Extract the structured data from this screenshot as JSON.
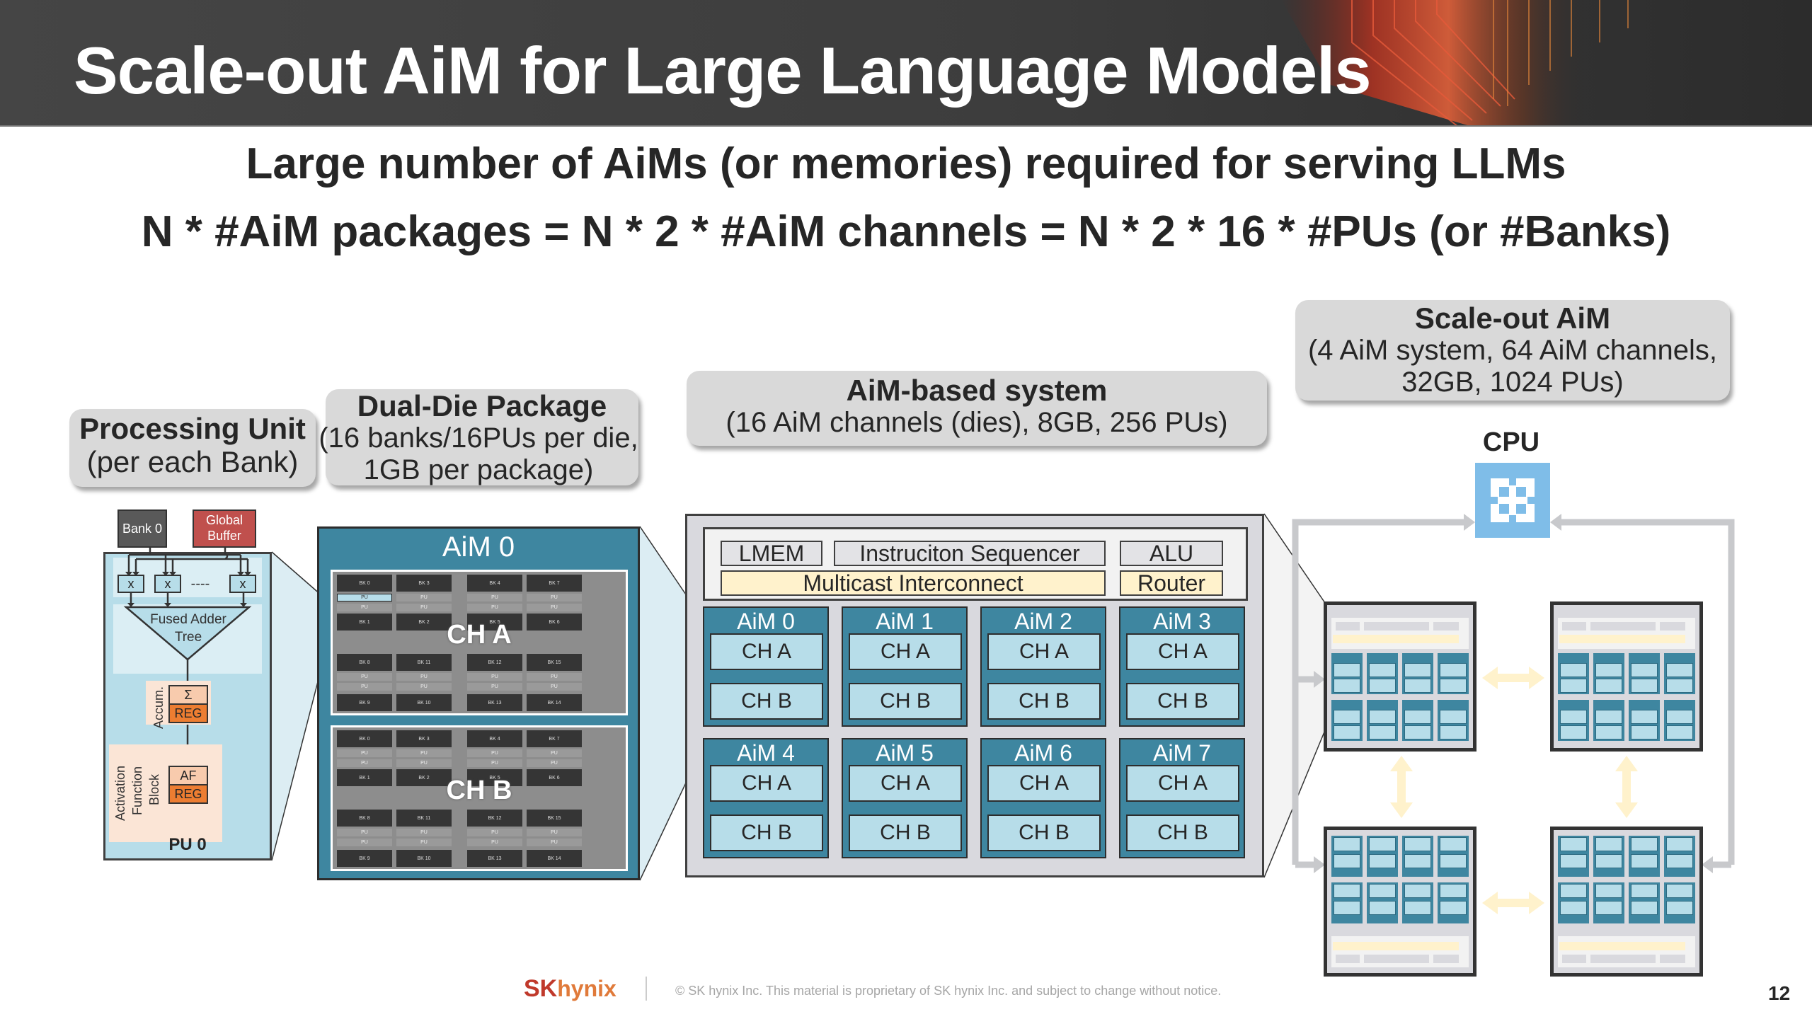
{
  "header": {
    "title": "Scale-out AiM for Large Language Models"
  },
  "subtitles": {
    "line1": "Large number of AiMs (or memories) required for serving LLMs",
    "line2": "N * #AiM packages = N * 2 * #AiM channels = N * 2 * 16 * #PUs (or #Banks)"
  },
  "callouts": {
    "processing_unit": {
      "title": "Processing Unit",
      "subtitle": "(per each Bank)"
    },
    "dual_die": {
      "title": "Dual-Die Package",
      "line1": "(16 banks/16PUs per die,",
      "line2": "1GB per package)"
    },
    "system": {
      "title": "AiM-based system",
      "subtitle": "(16 AiM channels (dies), 8GB, 256 PUs)"
    },
    "scale_out": {
      "title": "Scale-out AiM",
      "line1": "(4 AiM system, 64 AiM channels,",
      "line2": "32GB, 1024 PUs)"
    }
  },
  "pu_diagram": {
    "bank_label": "Bank 0",
    "global_buffer_line1": "Global",
    "global_buffer_line2": "Buffer",
    "multipliers": [
      "x",
      "x",
      "x"
    ],
    "ellipsis": "----",
    "adder_line1": "Fused Adder",
    "adder_line2": "Tree",
    "accum_label": "Accum.",
    "sigma": "Σ",
    "reg1": "REG",
    "af_label_line1": "Activation",
    "af_label_line2": "Function",
    "af_label_line3": "Block",
    "af": "AF",
    "reg2": "REG",
    "pu_name": "PU 0"
  },
  "die": {
    "title": "AiM 0",
    "channels": [
      {
        "label": "CH A"
      },
      {
        "label": "CH B"
      }
    ],
    "bank_rows": [
      [
        "BK 0",
        "BK 3",
        "BK 4",
        "BK 7"
      ],
      [
        "BK 1",
        "BK 2",
        "BK 5",
        "BK 6"
      ],
      [
        "BK 8",
        "BK 11",
        "BK 12",
        "BK 15"
      ],
      [
        "BK 9",
        "BK 10",
        "BK 13",
        "BK 14"
      ]
    ],
    "pu_label": "PU",
    "highlighted_pu_label": "PU"
  },
  "system": {
    "controller": {
      "lmem": "LMEM",
      "sequencer": "Instruciton Sequencer",
      "alu": "ALU",
      "interconnect": "Multicast Interconnect",
      "router": "Router"
    },
    "aims": [
      {
        "name": "AiM 0",
        "ch_a": "CH A",
        "ch_b": "CH B"
      },
      {
        "name": "AiM 1",
        "ch_a": "CH A",
        "ch_b": "CH B"
      },
      {
        "name": "AiM 2",
        "ch_a": "CH A",
        "ch_b": "CH B"
      },
      {
        "name": "AiM 3",
        "ch_a": "CH A",
        "ch_b": "CH B"
      },
      {
        "name": "AiM 4",
        "ch_a": "CH A",
        "ch_b": "CH B"
      },
      {
        "name": "AiM 5",
        "ch_a": "CH A",
        "ch_b": "CH B"
      },
      {
        "name": "AiM 6",
        "ch_a": "CH A",
        "ch_b": "CH B"
      },
      {
        "name": "AiM 7",
        "ch_a": "CH A",
        "ch_b": "CH B"
      }
    ]
  },
  "scale_out": {
    "cpu_label": "CPU",
    "system_count": 4
  },
  "colors": {
    "aim_teal": "#3e86a0",
    "channel_light_blue": "#b7dde9",
    "interconnect_yellow": "#fff2cc",
    "reg_orange": "#ed7d31",
    "global_buffer_red": "#c0504d",
    "cpu_blue": "#7fbde8"
  },
  "footer": {
    "logo_sk": "SK",
    "logo_hynix": "hynix",
    "copyright": "© SK hynix Inc. This material is proprietary of SK hynix Inc. and subject to change without notice.",
    "page_number": "12"
  }
}
